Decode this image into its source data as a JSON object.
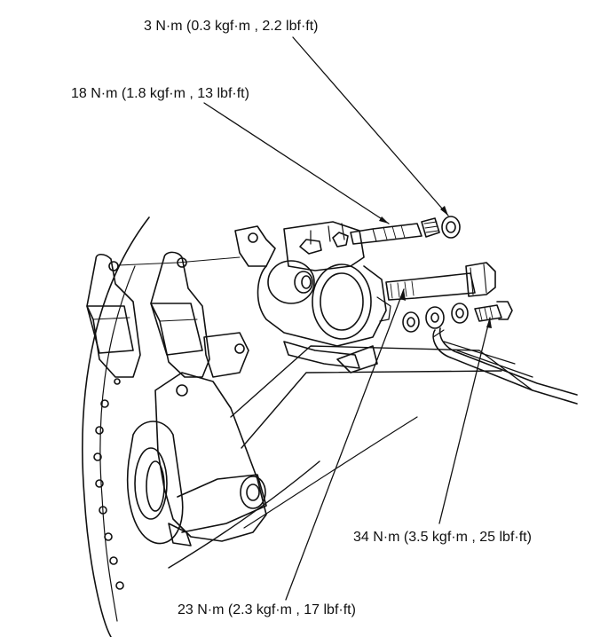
{
  "torque_labels": {
    "pin_plug": "3 N·m (0.3 kgf·m , 2.2 lbf·ft)",
    "pad_pin": "18 N·m (1.8 kgf·m , 13 lbf·ft)",
    "bleed_bolt": "34 N·m (3.5 kgf·m , 25 lbf·ft)",
    "caliper_bolt": "23 N·m (2.3 kgf·m , 17 lbf·ft)"
  },
  "colors": {
    "ink": "#111111",
    "paper": "#ffffff"
  }
}
